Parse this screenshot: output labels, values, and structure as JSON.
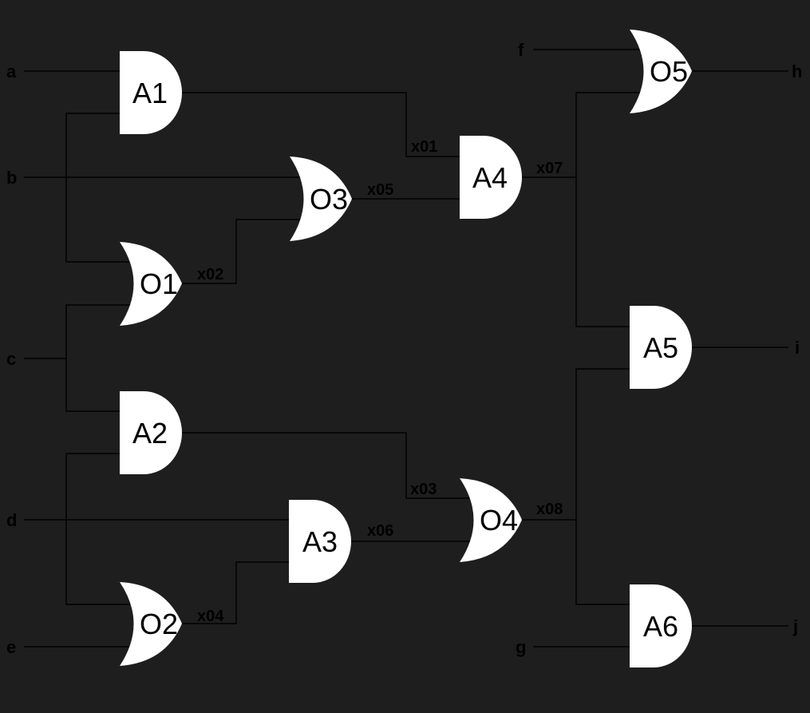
{
  "diagram": {
    "background": "#1e1e1e",
    "gate_fill": "#ffffff",
    "wire_color": "#000000",
    "inputs": [
      "a",
      "b",
      "c",
      "d",
      "e",
      "f",
      "g"
    ],
    "outputs": [
      "h",
      "i",
      "j"
    ],
    "gates": [
      {
        "id": "A1",
        "type": "and"
      },
      {
        "id": "O1",
        "type": "or"
      },
      {
        "id": "A2",
        "type": "and"
      },
      {
        "id": "O2",
        "type": "or"
      },
      {
        "id": "O3",
        "type": "or"
      },
      {
        "id": "A3",
        "type": "and"
      },
      {
        "id": "A4",
        "type": "and"
      },
      {
        "id": "O4",
        "type": "or"
      },
      {
        "id": "O5",
        "type": "or"
      },
      {
        "id": "A5",
        "type": "and"
      },
      {
        "id": "A6",
        "type": "and"
      }
    ],
    "nets": [
      "x01",
      "x02",
      "x03",
      "x04",
      "x05",
      "x06",
      "x07",
      "x08"
    ]
  }
}
